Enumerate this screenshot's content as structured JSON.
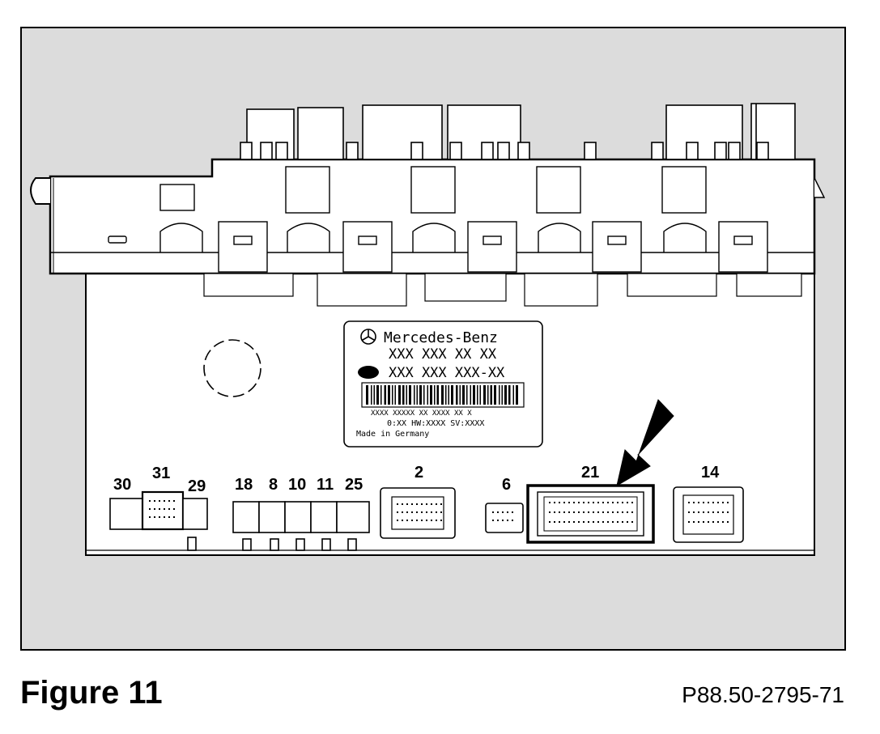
{
  "label": {
    "brand": "Mercedes-Benz",
    "part_no_1": "XXX XXX XX XX",
    "part_no_2": "XXX XXX XXX-XX",
    "code_line": "XXXX XXXXX XX XXXX XX X",
    "version_line": "0:XX HW:XXXX SV:XXXX",
    "origin": "Made in Germany"
  },
  "connectors": [
    "30",
    "31",
    "29",
    "18",
    "8",
    "10",
    "11",
    "25",
    "2",
    "6",
    "21",
    "14"
  ],
  "highlighted_connector": "21",
  "caption": "Figure 11",
  "reference": "P88.50-2795-71",
  "colors": {
    "frame_background": "#dcdcdc",
    "unit": "#ffffff",
    "line": "#000000"
  },
  "icons": [
    "mercedes-star-icon",
    "indicator-arrow-icon",
    "barcode"
  ]
}
